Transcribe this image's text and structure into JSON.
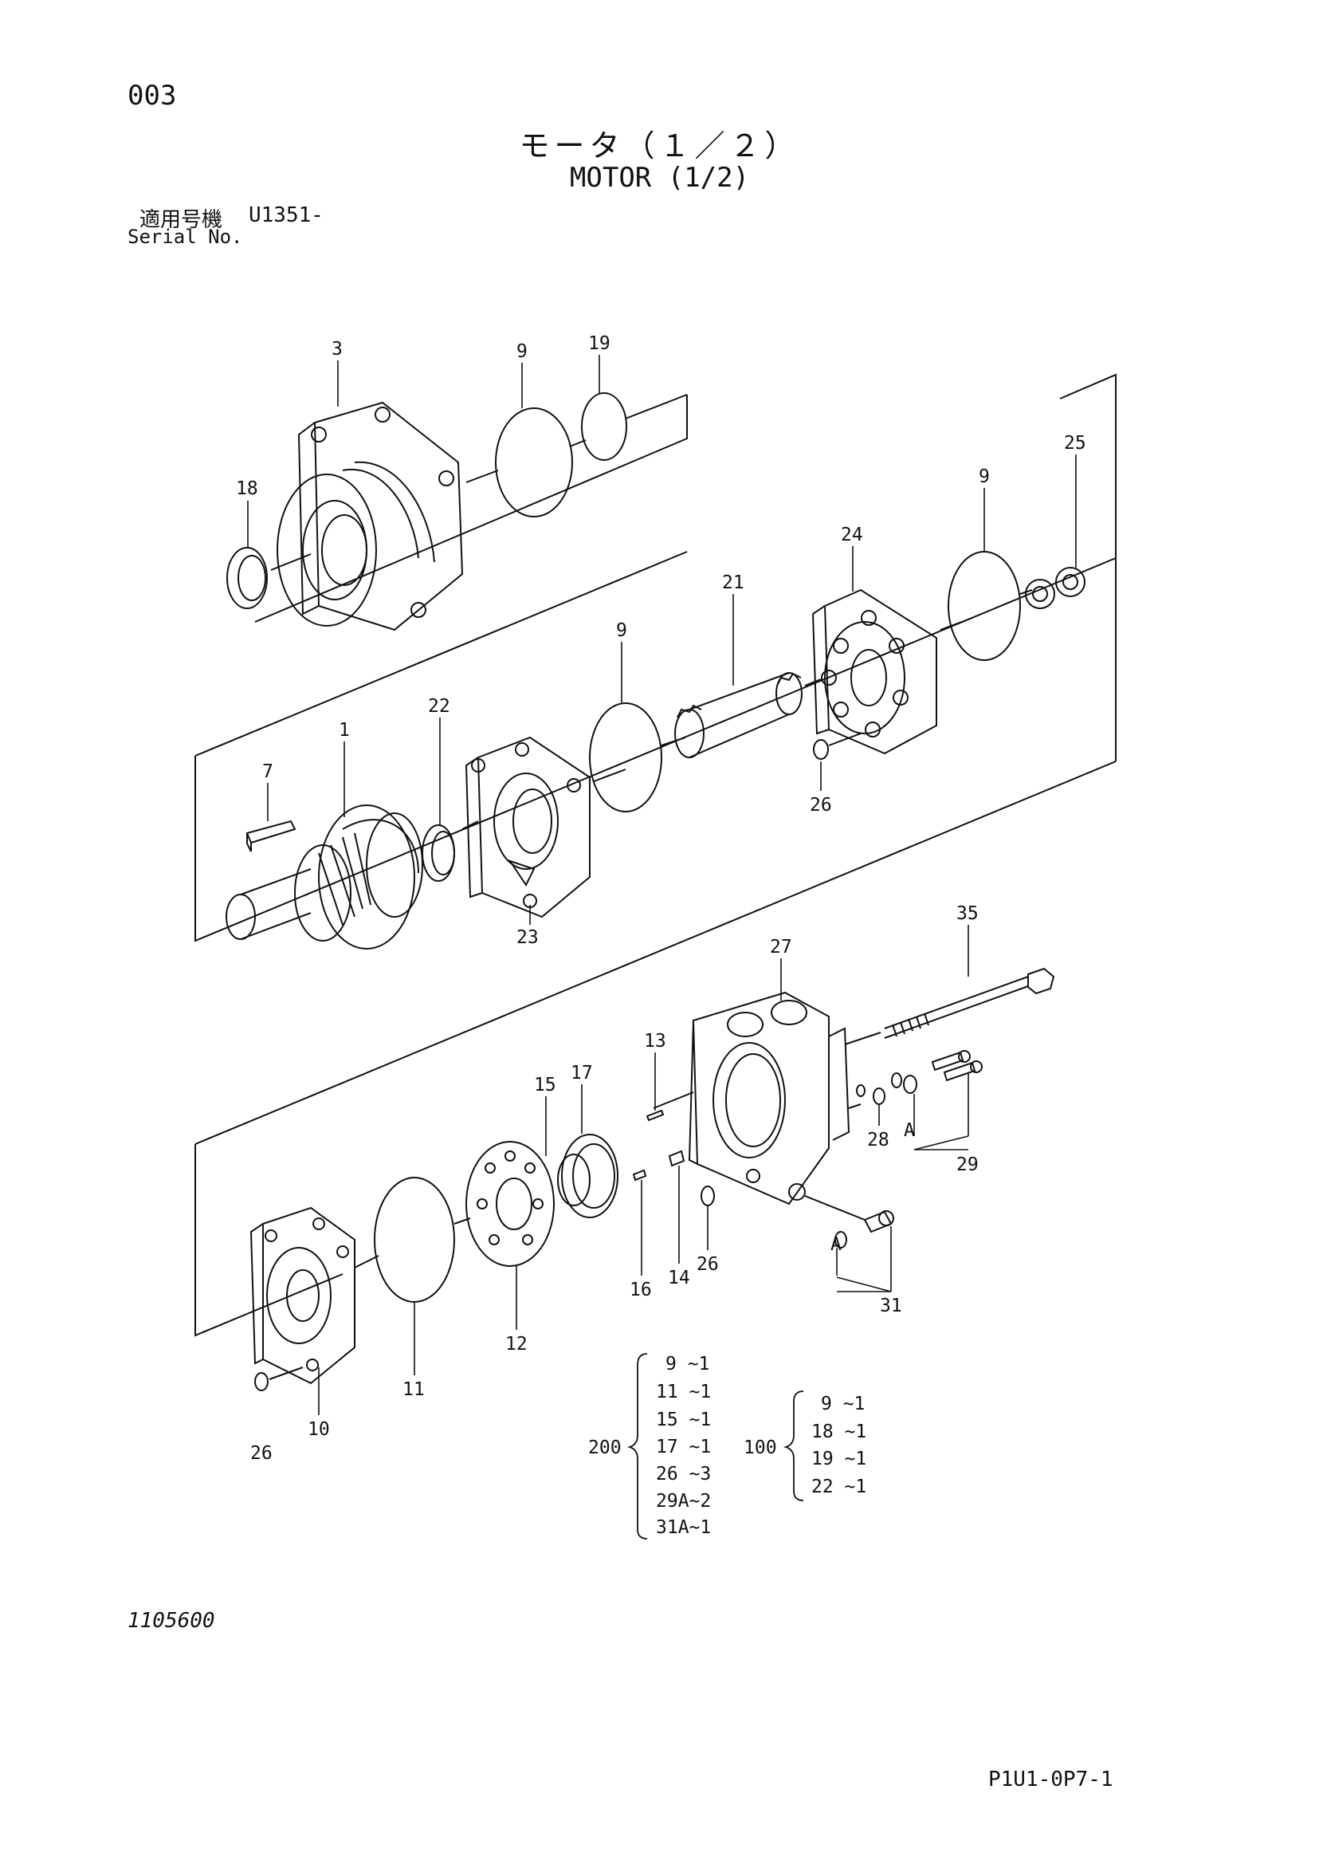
{
  "header": {
    "page_no": "003",
    "title_jp": "モータ（１／２）",
    "title_en": "MOTOR (1/2)",
    "serial_label_jp": "適用号機",
    "serial_value": "U1351-",
    "serial_label_en": "Serial No."
  },
  "part_labels": [
    "3",
    "9",
    "19",
    "18",
    "25",
    "9",
    "24",
    "21",
    "9",
    "22",
    "1",
    "7",
    "26",
    "23",
    "35",
    "27",
    "13",
    "17",
    "15",
    "28",
    "A",
    "29",
    "16",
    "14",
    "26",
    "A",
    "31",
    "26",
    "10",
    "11",
    "12"
  ],
  "kits": [
    {
      "number": "200",
      "items": [
        "9 ~1",
        "11 ~1",
        "15 ~1",
        "17 ~1",
        "26 ~3",
        "29A~2",
        "31A~1"
      ]
    },
    {
      "number": "100",
      "items": [
        "9 ~1",
        "18 ~1",
        "19 ~1",
        "22 ~1"
      ]
    }
  ],
  "footer": {
    "drawing_no": "1105600",
    "page_code": "P1U1-0P7-1"
  }
}
